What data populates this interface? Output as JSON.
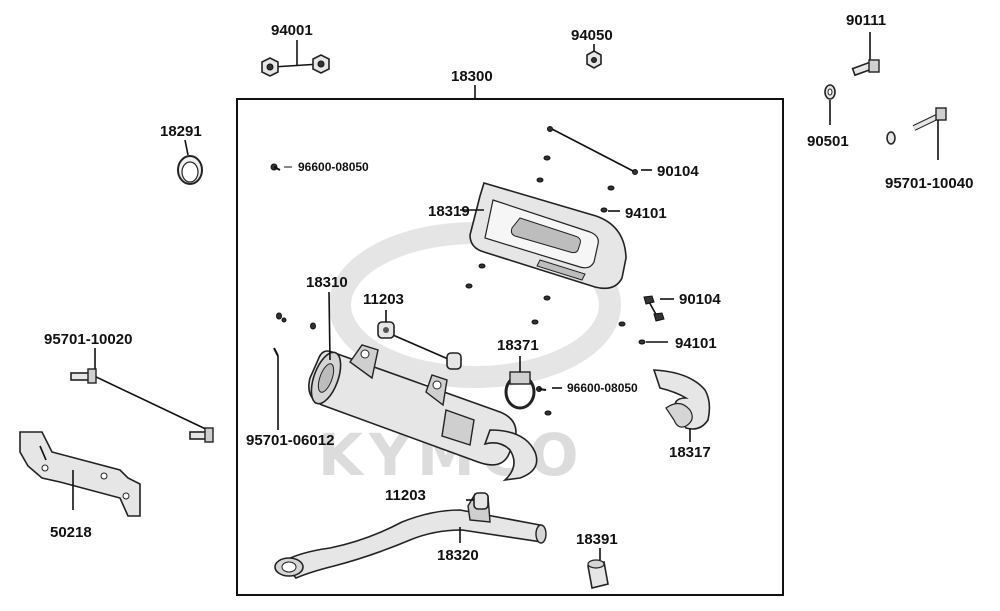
{
  "diagram": {
    "watermark_text": "KYMCO",
    "labels": {
      "p94001": "94001",
      "p94050": "94050",
      "p90111": "90111",
      "p18300": "18300",
      "p18291": "18291",
      "p90501": "90501",
      "p96600a": "96600-08050",
      "p90104a": "90104",
      "p95701_10040": "95701-10040",
      "p18319": "18319",
      "p94101a": "94101",
      "p18310": "18310",
      "p11203a": "11203",
      "p90104b": "90104",
      "p95701_10020": "95701-10020",
      "p18371": "18371",
      "p94101b": "94101",
      "p96600b": "96600-08050",
      "p95701_06012": "95701-06012",
      "p18317": "18317",
      "p50218": "50218",
      "p11203b": "11203",
      "p18391": "18391",
      "p18320": "18320"
    }
  }
}
